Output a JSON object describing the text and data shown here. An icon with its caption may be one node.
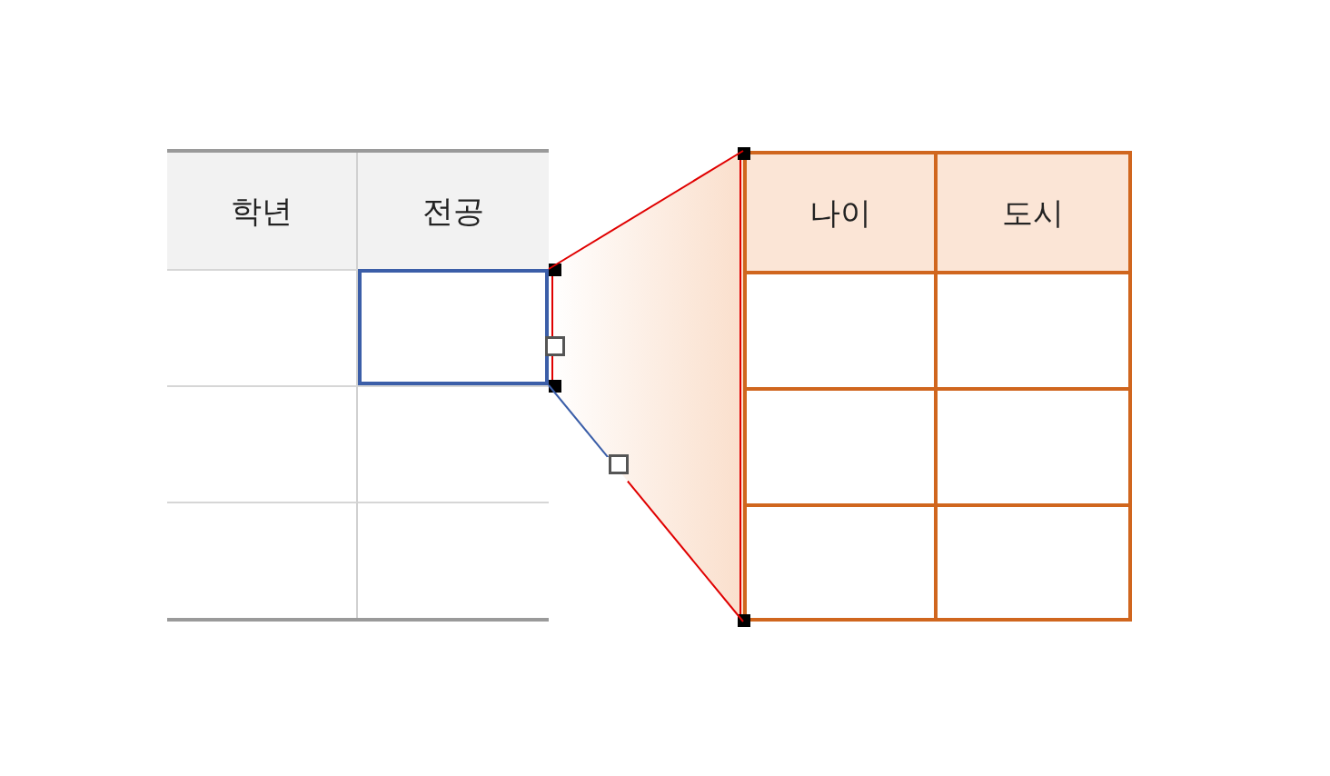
{
  "diagram": {
    "nodes": [
      {
        "text": [
          "학년",
          "전공"
        ]
      },
      {
        "text": [],
        "shape": "box",
        "in": 0
      },
      {
        "text": [
          "나이",
          "도시"
        ]
      }
    ],
    "edges": [
      {
        "from": 1,
        "to": 2,
        "arrow": "none"
      },
      {
        "from": 1,
        "to": 2,
        "arrow": "none"
      }
    ]
  }
}
